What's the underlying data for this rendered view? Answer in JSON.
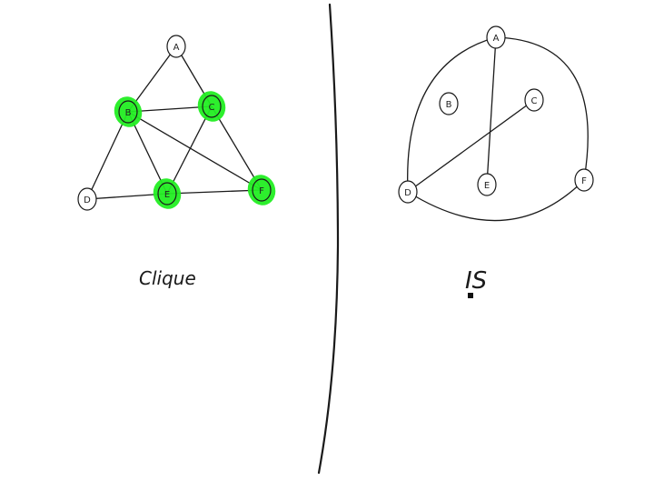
{
  "board": {
    "ink_color": "#1a1a1a",
    "highlight_color": "#22ee22",
    "background": "#ffffff"
  },
  "clique": {
    "caption": "Clique",
    "nodes": [
      {
        "id": "A",
        "highlighted": false
      },
      {
        "id": "B",
        "highlighted": true
      },
      {
        "id": "C",
        "highlighted": true
      },
      {
        "id": "D",
        "highlighted": false
      },
      {
        "id": "E",
        "highlighted": true
      },
      {
        "id": "F",
        "highlighted": true
      }
    ],
    "edges": [
      [
        "A",
        "B"
      ],
      [
        "A",
        "C"
      ],
      [
        "B",
        "C"
      ],
      [
        "B",
        "D"
      ],
      [
        "B",
        "E"
      ],
      [
        "B",
        "F"
      ],
      [
        "C",
        "E"
      ],
      [
        "C",
        "F"
      ],
      [
        "D",
        "E"
      ],
      [
        "E",
        "F"
      ]
    ]
  },
  "independent_set": {
    "caption": "IS",
    "nodes": [
      {
        "id": "A"
      },
      {
        "id": "B"
      },
      {
        "id": "C"
      },
      {
        "id": "D"
      },
      {
        "id": "E"
      },
      {
        "id": "F"
      }
    ],
    "edges": [
      [
        "A",
        "E"
      ],
      [
        "C",
        "D"
      ],
      [
        "A",
        "D"
      ],
      [
        "A",
        "F"
      ],
      [
        "D",
        "F"
      ]
    ]
  }
}
